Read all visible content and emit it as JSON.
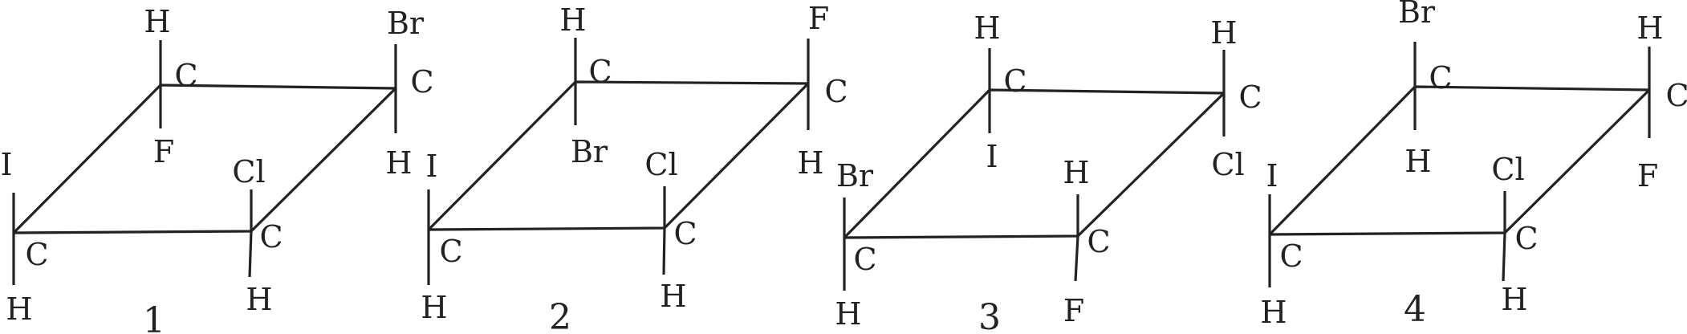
{
  "structures": [
    {
      "number": "1",
      "corners": {
        "top_left": {
          "atom": "C",
          "up": "H",
          "down": "F"
        },
        "top_right": {
          "atom": "C",
          "up": "Br",
          "down": "H"
        },
        "bottom_left": {
          "atom": "C",
          "up": "I",
          "down": "H"
        },
        "bottom_right": {
          "atom": "C",
          "up": "Cl",
          "down": "H"
        }
      }
    },
    {
      "number": "2",
      "corners": {
        "top_left": {
          "atom": "C",
          "up": "H",
          "down": "Br"
        },
        "top_right": {
          "atom": "C",
          "up": "F",
          "down": "H"
        },
        "bottom_left": {
          "atom": "C",
          "up": "I",
          "down": "H"
        },
        "bottom_right": {
          "atom": "C",
          "up": "Cl",
          "down": "H"
        }
      }
    },
    {
      "number": "3",
      "corners": {
        "top_left": {
          "atom": "C",
          "up": "H",
          "down": "I"
        },
        "top_right": {
          "atom": "C",
          "up": "H",
          "down": "Cl"
        },
        "bottom_left": {
          "atom": "C",
          "up": "Br",
          "down": "H"
        },
        "bottom_right": {
          "atom": "C",
          "up": "H",
          "down": "F"
        }
      }
    },
    {
      "number": "4",
      "corners": {
        "top_left": {
          "atom": "C",
          "up": "Br",
          "down": "H"
        },
        "top_right": {
          "atom": "C",
          "up": "H",
          "down": "F"
        },
        "bottom_left": {
          "atom": "C",
          "up": "I",
          "down": "H"
        },
        "bottom_right": {
          "atom": "C",
          "up": "Cl",
          "down": "H"
        }
      }
    }
  ]
}
